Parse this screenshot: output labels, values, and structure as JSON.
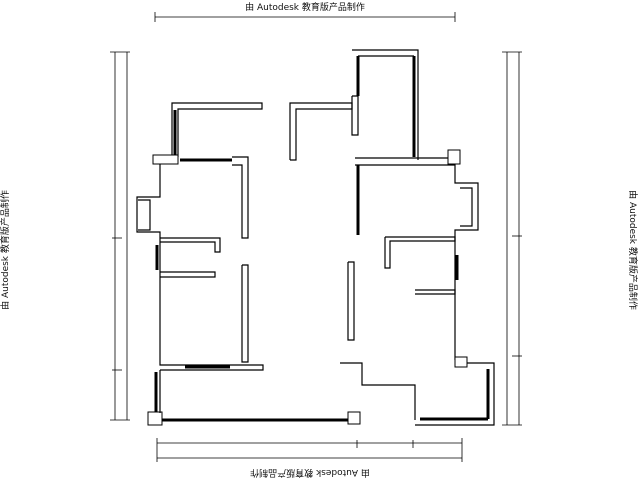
{
  "watermark": {
    "top": "由 Autodesk 教育版产品制作",
    "bottom": "由 Autodesk 教育版产品制作",
    "left": "由 Autodesk 教育版产品制作",
    "right": "由 Autodesk 教育版产品制作"
  }
}
